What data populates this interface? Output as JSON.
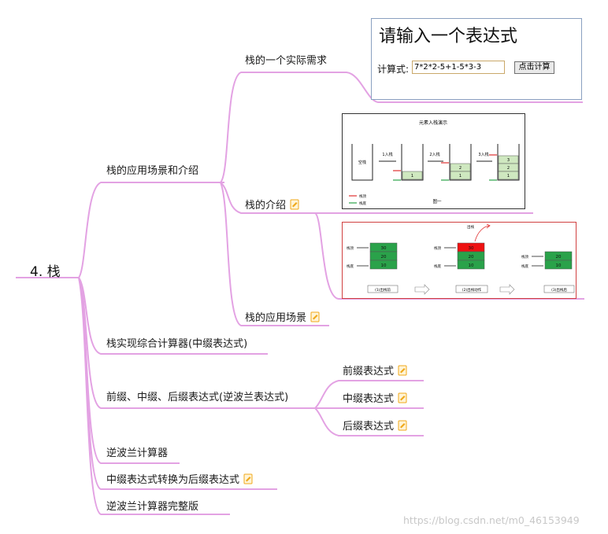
{
  "colors": {
    "branch": "#e3a2e3",
    "note": "#f0a81a",
    "red": "#e03030",
    "green": "#2aa24a"
  },
  "root": {
    "label": "4. 栈"
  },
  "branches": {
    "b1": "栈的应用场景和介绍",
    "b1_1": "栈的一个实际需求",
    "b1_2": "栈的介绍",
    "b1_3": "栈的应用场景",
    "b2": "栈实现综合计算器(中缀表达式)",
    "b3": "前缀、中缀、后缀表达式(逆波兰表达式)",
    "b3_1": "前缀表达式",
    "b3_2": "中缀表达式",
    "b3_3": "后缀表达式",
    "b4": "逆波兰计算器",
    "b5": "中缀表达式转换为后缀表达式",
    "b6": "逆波兰计算器完整版"
  },
  "calculator": {
    "title": "请输入一个表达式",
    "label": "计算式:",
    "input_value": "7*2*2-5+1-5*3-3",
    "button": "点击计算"
  },
  "push_demo": {
    "title": "元素入栈演示",
    "empty_label": "空栈",
    "steps": [
      "1入栈",
      "2入栈",
      "3入栈"
    ],
    "legend_top": "栈顶",
    "legend_bottom": "栈底",
    "caption": "图一"
  },
  "pop_demo": {
    "pop_label": "出栈",
    "top_label": "栈顶",
    "bottom_label": "栈底",
    "stack_a": [
      "30",
      "20",
      "10"
    ],
    "stack_b": [
      "30",
      "20",
      "10"
    ],
    "stack_c": [
      "20",
      "10"
    ],
    "captions": [
      "(1)出栈前",
      "(2)出栈动作",
      "(3)出栈后"
    ]
  },
  "watermark": "https://blog.csdn.net/m0_46153949"
}
